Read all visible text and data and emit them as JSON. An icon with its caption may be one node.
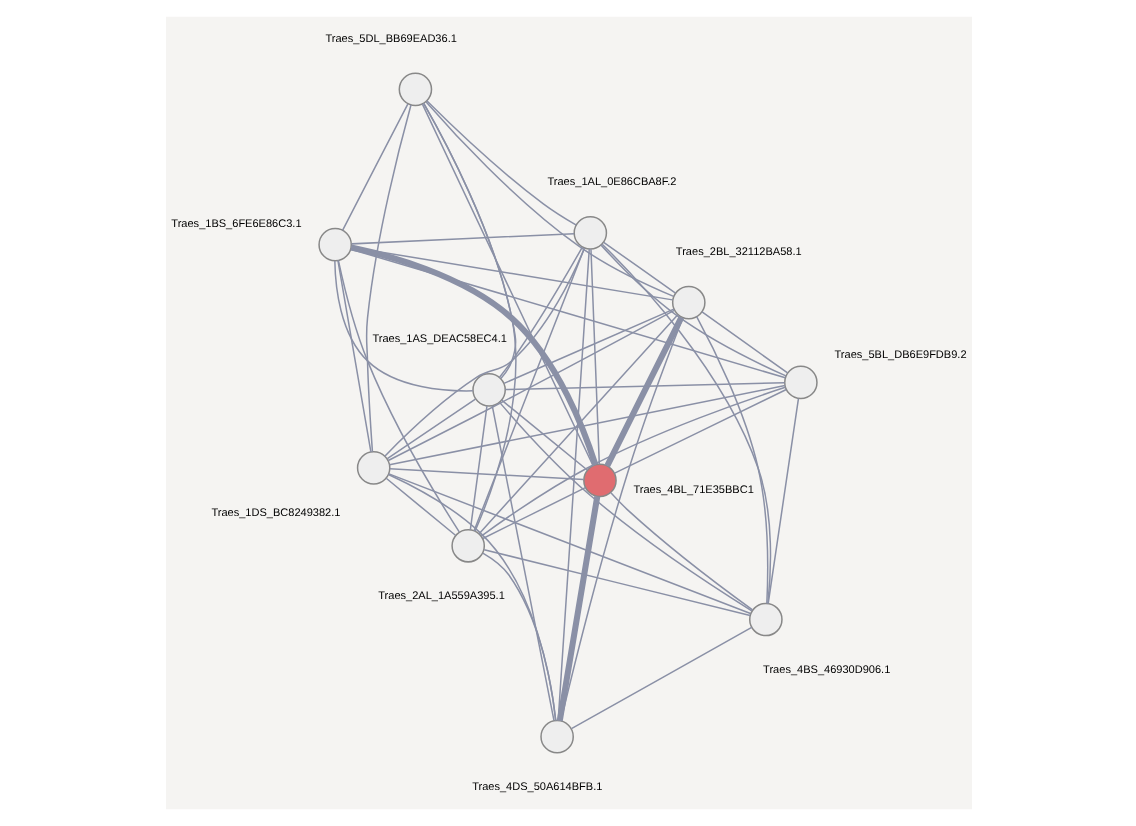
{
  "diagram": {
    "nodes": [
      {
        "text": [],
        "shape": "circle",
        "beside": [
          "Traes_1BS_6FE6E86C3.1"
        ]
      },
      {
        "text": [],
        "shape": "circle",
        "beside": [
          "Traes_5DL_BB69EAD36.1"
        ]
      },
      {
        "text": [],
        "shape": "circle",
        "beside": [
          "Traes_4BL_71E35BBC1"
        ]
      },
      {
        "text": [],
        "shape": "circle",
        "beside": [
          "Traes_2AL_1A559A395.1"
        ]
      },
      {
        "text": [],
        "shape": "circle",
        "beside": [
          "Traes_5BL_DB6E9FDB9.2"
        ]
      },
      {
        "text": [],
        "shape": "circle",
        "beside": [
          "Traes_4DS_50A614BFB.1"
        ]
      },
      {
        "text": [],
        "shape": "circle",
        "beside": [
          "Traes_2BL_32112BA58.1"
        ]
      },
      {
        "text": [],
        "shape": "circle",
        "beside": [
          "Traes_1AL_0E86CBA8F.2"
        ]
      },
      {
        "text": [],
        "shape": "circle",
        "beside": [
          "Traes_4BS_46930D906.1"
        ]
      },
      {
        "text": [],
        "shape": "circle",
        "beside": [
          "Traes_1AS_DEAC58EC4.1"
        ]
      },
      {
        "text": [],
        "shape": "circle",
        "beside": [
          "Traes_1DS_BC8249382.1"
        ]
      }
    ],
    "edges": [
      {
        "from": 0,
        "to": 2,
        "arrow": "none",
        "style": "thick"
      },
      {
        "from": 0,
        "to": 3,
        "arrow": "none"
      },
      {
        "from": 0,
        "to": 1,
        "arrow": "none"
      },
      {
        "from": 0,
        "to": 6,
        "arrow": "none"
      },
      {
        "from": 0,
        "to": 7,
        "arrow": "none"
      },
      {
        "from": 0,
        "to": 4,
        "arrow": "none"
      },
      {
        "from": 0,
        "to": 9,
        "arrow": "none"
      },
      {
        "from": 0,
        "to": 10,
        "arrow": "none"
      },
      {
        "from": 1,
        "to": 2,
        "arrow": "none"
      },
      {
        "from": 1,
        "to": 3,
        "arrow": "none"
      },
      {
        "from": 1,
        "to": 7,
        "arrow": "none"
      },
      {
        "from": 1,
        "to": 6,
        "arrow": "none"
      },
      {
        "from": 1,
        "to": 9,
        "arrow": "none"
      },
      {
        "from": 1,
        "to": 10,
        "arrow": "none"
      },
      {
        "from": 2,
        "to": 3,
        "arrow": "none"
      },
      {
        "from": 2,
        "to": 4,
        "arrow": "none"
      },
      {
        "from": 2,
        "to": 5,
        "arrow": "none",
        "style": "thick"
      },
      {
        "from": 2,
        "to": 6,
        "arrow": "none",
        "style": "thick"
      },
      {
        "from": 2,
        "to": 7,
        "arrow": "none"
      },
      {
        "from": 2,
        "to": 8,
        "arrow": "none"
      },
      {
        "from": 2,
        "to": 9,
        "arrow": "none"
      },
      {
        "from": 2,
        "to": 10,
        "arrow": "none"
      },
      {
        "from": 3,
        "to": 4,
        "arrow": "none"
      },
      {
        "from": 3,
        "to": 6,
        "arrow": "none"
      },
      {
        "from": 3,
        "to": 7,
        "arrow": "none"
      },
      {
        "from": 3,
        "to": 8,
        "arrow": "none"
      },
      {
        "from": 3,
        "to": 5,
        "arrow": "none"
      },
      {
        "from": 3,
        "to": 9,
        "arrow": "none"
      },
      {
        "from": 3,
        "to": 10,
        "arrow": "none"
      },
      {
        "from": 4,
        "to": 6,
        "arrow": "none"
      },
      {
        "from": 4,
        "to": 7,
        "arrow": "none"
      },
      {
        "from": 4,
        "to": 8,
        "arrow": "none"
      },
      {
        "from": 4,
        "to": 9,
        "arrow": "none"
      },
      {
        "from": 4,
        "to": 10,
        "arrow": "none"
      },
      {
        "from": 5,
        "to": 6,
        "arrow": "none"
      },
      {
        "from": 5,
        "to": 7,
        "arrow": "none"
      },
      {
        "from": 5,
        "to": 9,
        "arrow": "none"
      },
      {
        "from": 5,
        "to": 10,
        "arrow": "none"
      },
      {
        "from": 5,
        "to": 8,
        "arrow": "none"
      },
      {
        "from": 6,
        "to": 7,
        "arrow": "none"
      },
      {
        "from": 6,
        "to": 9,
        "arrow": "none"
      },
      {
        "from": 6,
        "to": 10,
        "arrow": "none"
      },
      {
        "from": 6,
        "to": 8,
        "arrow": "none"
      },
      {
        "from": 7,
        "to": 8,
        "arrow": "none"
      },
      {
        "from": 7,
        "to": 9,
        "arrow": "none"
      },
      {
        "from": 7,
        "to": 10,
        "arrow": "none"
      },
      {
        "from": 8,
        "to": 9,
        "arrow": "none"
      },
      {
        "from": 8,
        "to": 10,
        "arrow": "none"
      },
      {
        "from": 9,
        "to": 10,
        "arrow": "none"
      }
    ]
  }
}
